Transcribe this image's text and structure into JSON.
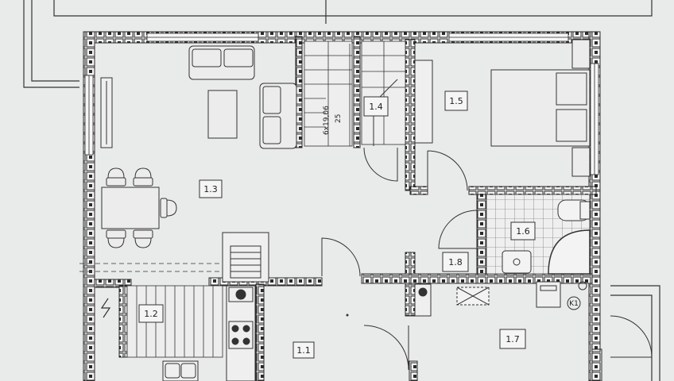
{
  "rooms": [
    {
      "id": "1.1",
      "label": "1.1"
    },
    {
      "id": "1.2",
      "label": "1.2"
    },
    {
      "id": "1.3",
      "label": "1.3"
    },
    {
      "id": "1.4",
      "label": "1.4"
    },
    {
      "id": "1.5",
      "label": "1.5"
    },
    {
      "id": "1.6",
      "label": "1.6"
    },
    {
      "id": "1.7",
      "label": "1.7"
    },
    {
      "id": "1.8",
      "label": "1.8"
    }
  ],
  "stairs": {
    "dimension": "6x19,06",
    "width": "25"
  },
  "boiler": {
    "label": "K1"
  },
  "colors": {
    "paper": "#e9eaea",
    "line": "#2a2a2a",
    "tile_grid": "#555555"
  }
}
